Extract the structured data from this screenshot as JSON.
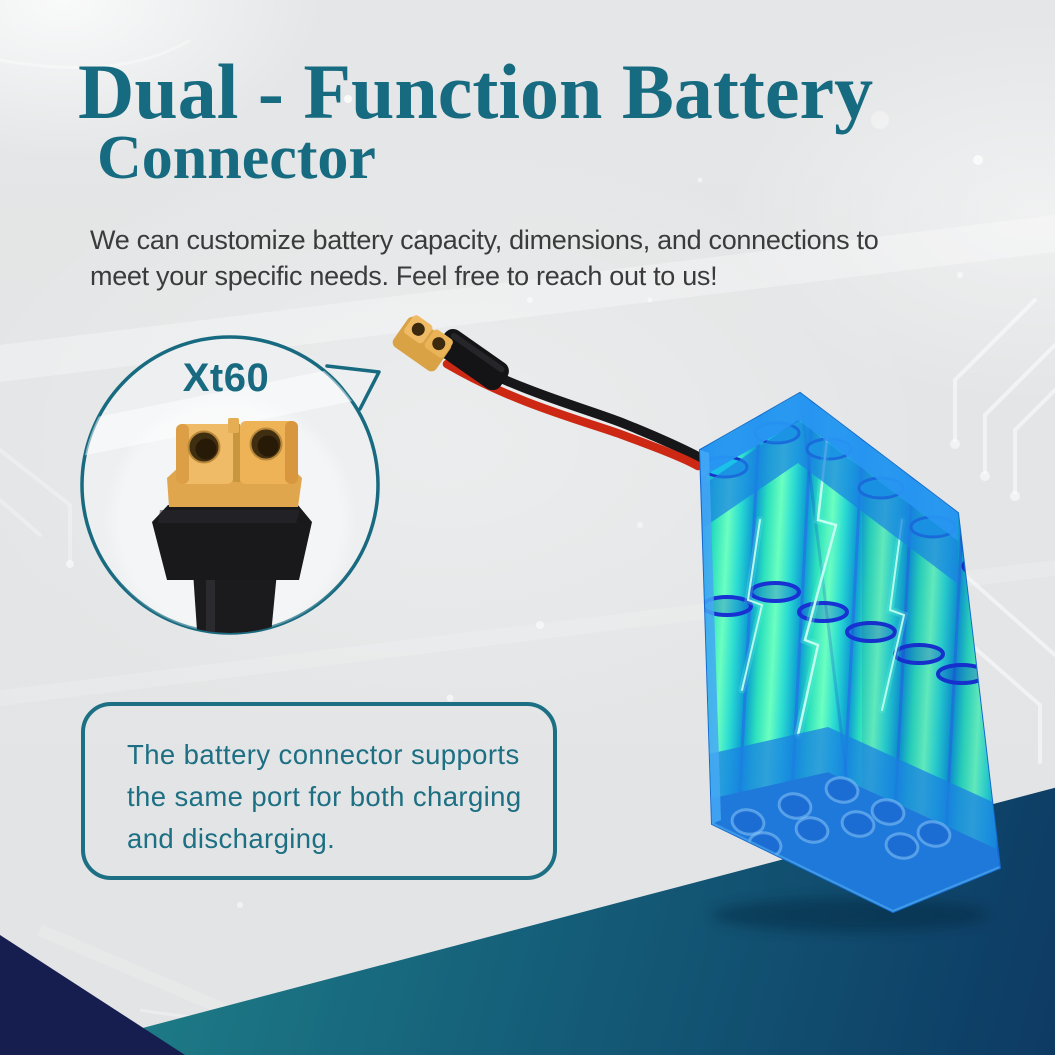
{
  "title": {
    "line1": "Dual - Function Battery",
    "line2": "Connector"
  },
  "subtitle": {
    "line1": "We can customize battery capacity, dimensions, and connections to",
    "line2": "meet your specific needs. Feel free to reach out to us!"
  },
  "callout": {
    "label": "Xt60",
    "subject": "xt60-female-connector-photo"
  },
  "info_box": {
    "line1": "The battery connector supports",
    "line2": "the same port for both charging",
    "line3": "and discharging."
  },
  "images": {
    "battery_pack": "blue-lithium-battery-pack-render",
    "pigtail": "xt60-pigtail-with-red-black-wires"
  },
  "colors": {
    "accent_teal": "#176b81",
    "body_text": "#3b3b3b",
    "corner_navy": "#161d4f",
    "wedge_teal": "#21868b",
    "wedge_navy": "#0d3a63",
    "battery_blue": "#2196f3",
    "cell_green": "#6bffc0",
    "cell_cyan": "#2bdcd2",
    "connector_yellow": "#eeb763",
    "wire_red": "#cc2814",
    "wire_black": "#17171a",
    "background": "#e4e6e7"
  }
}
